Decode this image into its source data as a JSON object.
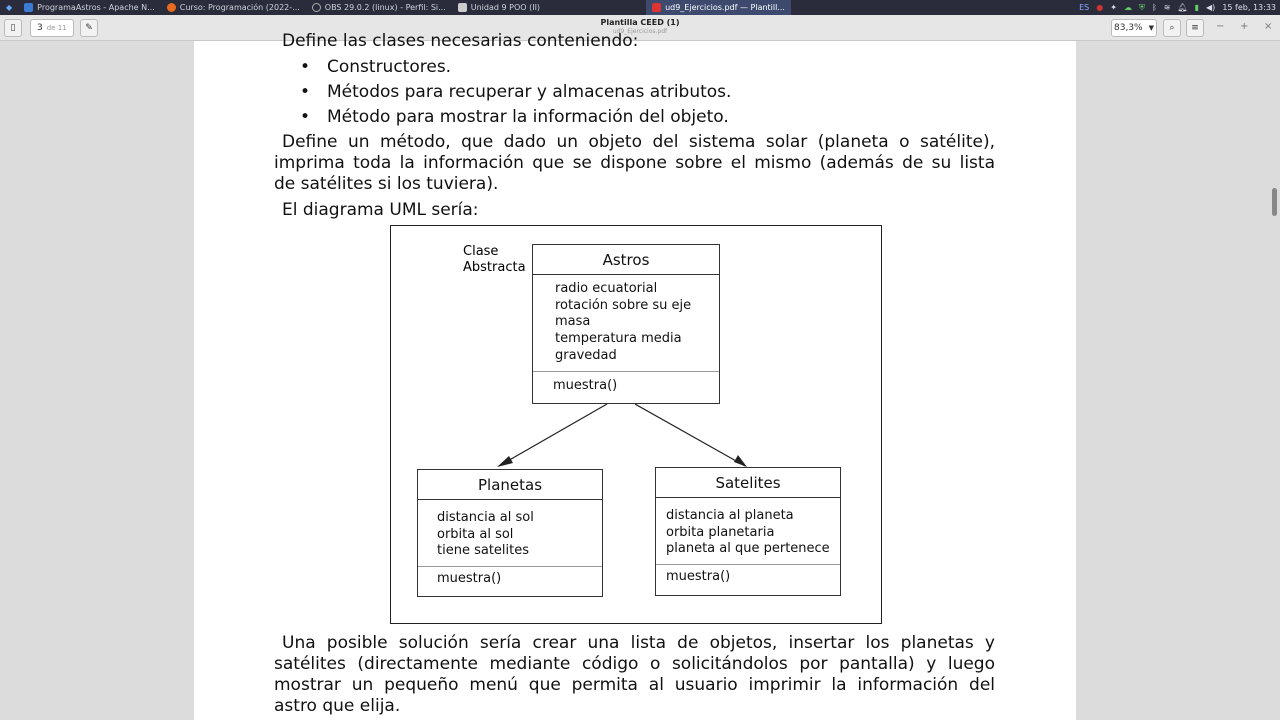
{
  "taskbar": {
    "tasks": [
      {
        "label": "ProgramaAstros - Apache N...",
        "color": "#3b7bd4"
      },
      {
        "label": "Curso: Programación (2022-...",
        "color": "#e66a1f"
      },
      {
        "label": "OBS 29.0.2 (linux) - Perfil: Si...",
        "color": "#777"
      },
      {
        "label": "Unidad 9 POO (II)",
        "color": "#ccc"
      },
      {
        "label": "ud9_Ejercicios.pdf — Plantill...",
        "color": "#d33"
      }
    ],
    "lang": "ES",
    "clock": "15 feb, 13:33"
  },
  "toolbar": {
    "page_current": "3",
    "page_total": "de 11",
    "title": "Plantilla CEED (1)",
    "subtitle": "ud9_Ejercicios.pdf",
    "zoom": "83,3%"
  },
  "doc": {
    "cut_line": "Define las clases necesarias conteniendo:",
    "bullets": [
      "Constructores.",
      "Métodos para recuperar y almacenas atributos.",
      "Método para mostrar la información del objeto."
    ],
    "para1": [
      "Define un método, que dado un objeto del sistema solar (planeta o satélite),",
      "imprima toda la información que se dispone sobre el mismo (además de su lista",
      "de satélites si los tuviera)."
    ],
    "uml_intro": "El diagrama UML sería:",
    "para2": [
      "Una posible solución sería crear una lista de objetos, insertar los planetas y",
      "satélites (directamente mediante código o solicitándolos por pantalla) y luego",
      "mostrar un pequeño menú que permita al usuario imprimir la información del",
      "astro que elija."
    ]
  },
  "uml": {
    "abstract_label": [
      "Clase",
      "Abstracta"
    ],
    "astros": {
      "name": "Astros",
      "attrs": [
        "radio ecuatorial",
        "rotación sobre su eje",
        "masa",
        "temperatura media",
        "gravedad"
      ],
      "method": "muestra()"
    },
    "planetas": {
      "name": "Planetas",
      "attrs": [
        "distancia al sol",
        "orbita al sol",
        "tiene satelites"
      ],
      "method": "muestra()"
    },
    "satelites": {
      "name": "Satelites",
      "attrs": [
        "distancia al planeta",
        "orbita planetaria",
        "planeta al que pertenece"
      ],
      "method": "muestra()"
    }
  }
}
